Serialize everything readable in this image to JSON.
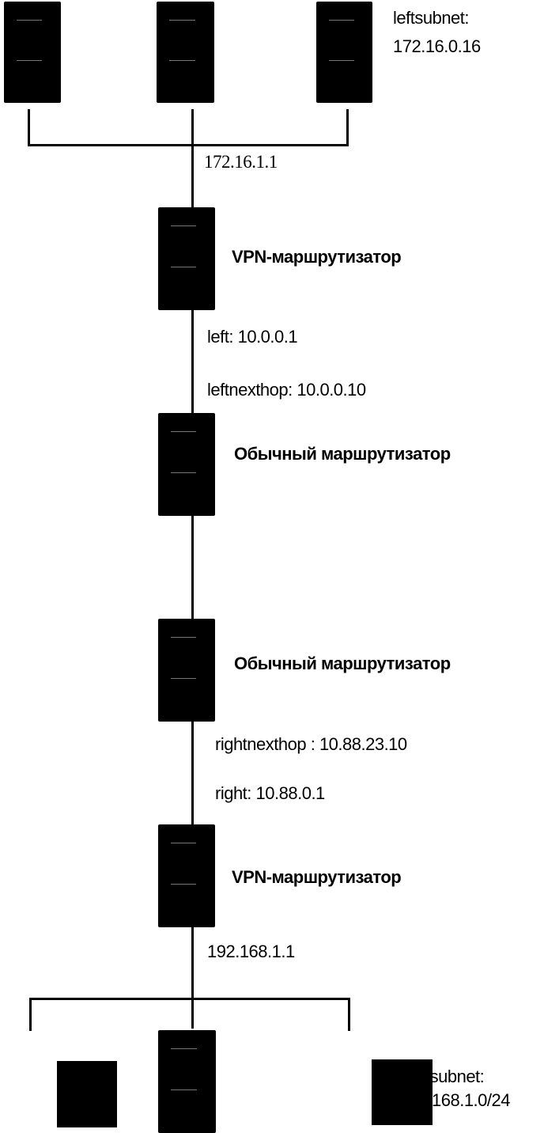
{
  "top_network": {
    "subnet_label": "leftsubnet:",
    "subnet_value": "172.16.0.16",
    "gateway_ip": "172.16.1.1"
  },
  "left_vpn_router": {
    "name": "VPN-маршрутизатор",
    "left_label": "left:",
    "left_value": "10.0.0.1",
    "nexthop_label": "leftnexthop:",
    "nexthop_value": "10.0.0.10"
  },
  "router_1": {
    "name": "Обычный маршрутизатор"
  },
  "router_2": {
    "name": "Обычный маршрутизатор"
  },
  "right_vpn_router": {
    "name": "VPN-маршрутизатор",
    "nexthop_label": "rightnexthop :",
    "nexthop_value": "10.88.23.10",
    "right_label": "right:",
    "right_value": "10.88.0.1"
  },
  "bottom_network": {
    "gateway_ip": "192.168.1.1",
    "subnet_label": "tsubnet:",
    "subnet_value": "168.1.0/24"
  }
}
